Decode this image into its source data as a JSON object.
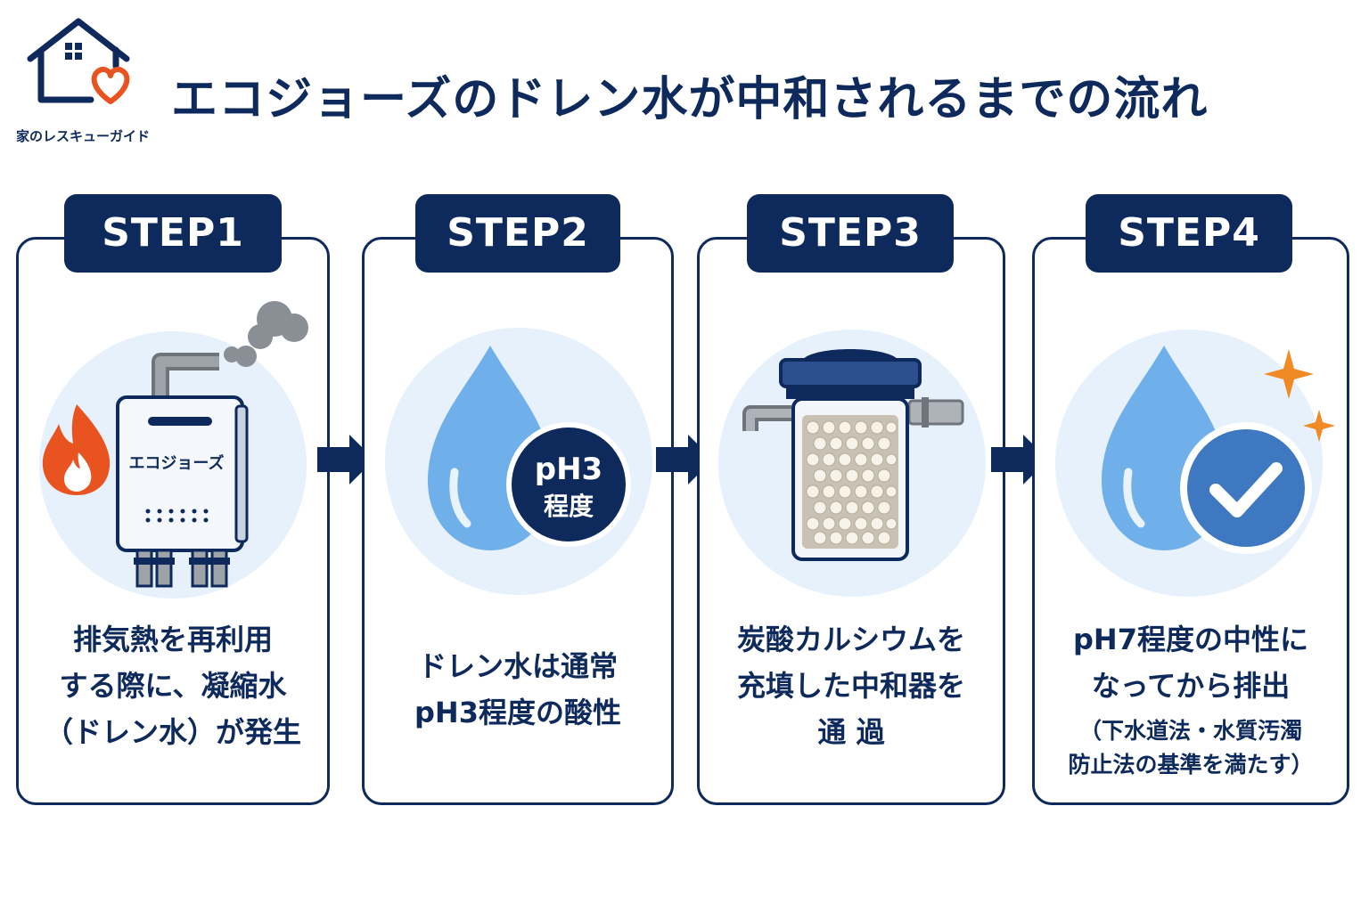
{
  "brand": {
    "name": "家のレスキューガイド"
  },
  "header": {
    "title": "エコジョーズのドレン水が中和されるまでの流れ"
  },
  "steps": [
    {
      "label": "STEP1",
      "heater_label": "エコジョーズ",
      "lines": [
        "排気熱を再利用",
        "する際に、凝縮水",
        "（ドレン水）が発生"
      ]
    },
    {
      "label": "STEP2",
      "badge_line1": "pH3",
      "badge_line2": "程度",
      "lines": [
        "ドレン水は通常",
        "pH3程度の酸性"
      ]
    },
    {
      "label": "STEP3",
      "lines": [
        "炭酸カルシウムを",
        "充填した中和器を",
        "通 過"
      ]
    },
    {
      "label": "STEP4",
      "lines": [
        "pH7程度の中性に",
        "なってから排出"
      ],
      "note_lines": [
        "（下水道法・水質汚濁",
        "防止法の基準を満たす）"
      ]
    }
  ],
  "colors": {
    "navy": "#0e2a5c",
    "light_blue_bg": "#e6f1fc",
    "water": "#6fb0ea",
    "flame": "#e8531f",
    "check_circle": "#3e78c0",
    "sparkle": "#f08a24"
  },
  "icons": [
    "house-heart-logo-icon",
    "water-heater-icon",
    "flame-icon",
    "steam-icon",
    "water-drop-icon",
    "neutralizer-filter-icon",
    "check-icon",
    "sparkle-icon",
    "arrow-right-icon"
  ]
}
